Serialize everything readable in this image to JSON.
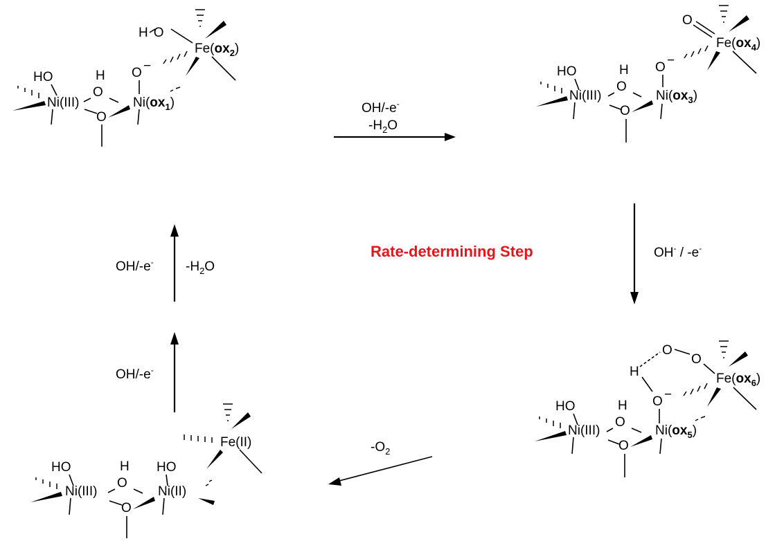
{
  "atoms": {
    "ho": "HO",
    "h": "H",
    "o": "O",
    "o_minus": "−",
    "ni_iii": "Ni(III)",
    "ni": "Ni(",
    "ni_ii": "Ni(II)",
    "fe": "Fe(",
    "fe_ii": "Fe(II)",
    "close": ")"
  },
  "labels": {
    "ox1": "ox",
    "ox1_sub": "1",
    "ox2": "ox",
    "ox2_sub": "2",
    "ox3": "ox",
    "ox3_sub": "3",
    "ox4": "ox",
    "ox4_sub": "4",
    "ox5": "ox",
    "ox5_sub": "5",
    "ox6": "ox",
    "ox6_sub": "6"
  },
  "arrows": {
    "top_line1": "OH/-e",
    "top_line2": "-H",
    "top_line2_sub": "2",
    "top_line2_end": "O",
    "right": "OH",
    "right_end": " / -e",
    "bottom": "-O",
    "bottom_sub": "2",
    "left_upper_a": "OH/-e",
    "left_upper_b": "-H",
    "left_upper_b_sub": "2",
    "left_upper_b_end": "O",
    "left_lower": "OH/-e",
    "minus": "-"
  },
  "center": {
    "rds": "Rate-determining Step"
  },
  "colors": {
    "highlight": "#e8141c"
  }
}
